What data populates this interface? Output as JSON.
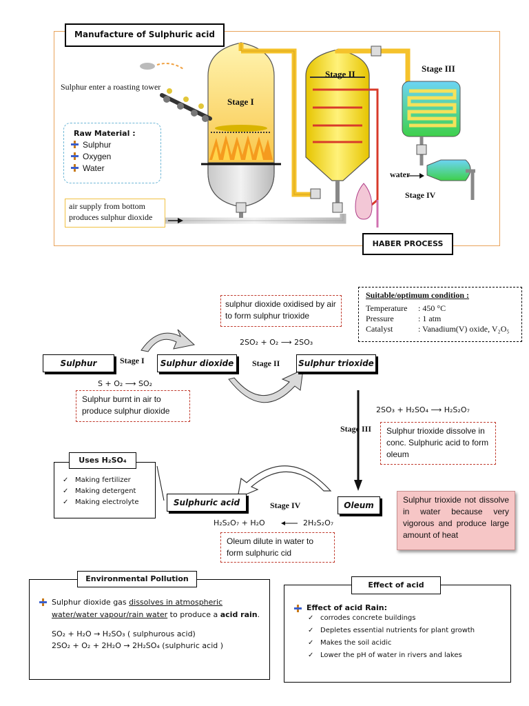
{
  "top": {
    "title": "Manufacture of Sulphuric acid",
    "sulphur_caption": "Sulphur enter a roasting tower",
    "stage1": "Stage I",
    "stage2": "Stage II",
    "stage3": "Stage III",
    "stage4": "Stage IV",
    "water": "water",
    "raw_title": "Raw Material :",
    "raw_items": [
      "Sulphur",
      "Oxygen",
      "Water"
    ],
    "air_caption": "air supply from bottom produces sulphur dioxide",
    "haber": "HABER PROCESS"
  },
  "flow": {
    "note_oxidised": "sulphur dioxide oxidised by air to form sulphur trioxide",
    "cond_title": "Suitable/optimum condition :",
    "cond_rows": [
      {
        "label": "Temperature",
        "value": ": 450 °C"
      },
      {
        "label": "Pressure",
        "value": ": 1 atm"
      },
      {
        "label": "Catalyst",
        "value": ": Vanadium(V) oxide, V₂O₅"
      }
    ],
    "eq_stage2": "2SO₂ + O₂ ⟶ 2SO₃",
    "sulphur": "Sulphur",
    "stage1": "Stage I",
    "sulphur_dioxide": "Sulphur dioxide",
    "stage2": "Stage II",
    "sulphur_trioxide": "Sulphur trioxide",
    "eq_stage1": "S + O₂ ⟶ SO₂",
    "note_burnt": "Sulphur burnt in air to produce sulphur dioxide",
    "eq_stage3": "2SO₃ + H₂SO₄ ⟶ H₂S₂O₇",
    "stage3": "Stage III",
    "note_oleum": "Sulphur trioxide dissolve in conc. Sulphuric acid to form oleum",
    "uses_title": "Uses H₂SO₄",
    "uses_items": [
      "Making fertilizer",
      "Making detergent",
      "Making electrolyte"
    ],
    "sulphuric_acid": "Sulphuric acid",
    "stage4": "Stage IV",
    "oleum": "Oleum",
    "eq_stage4_left": "H₂S₂O₇ + H₂O",
    "eq_stage4_right": "2H₂S₂O₇",
    "note_dilute": "Oleum dilute in water to form sulphuric cid",
    "note_water": "Sulphur trioxide not dissolve in water because very vigorous and produce large amount of heat"
  },
  "env": {
    "title": "Environmental Pollution",
    "text_pre": "Sulphur dioxide gas ",
    "text_underlined": "dissolves in atmospheric water/water vapour/rain water",
    "text_mid": " to produce a ",
    "text_bold": "acid rain",
    "text_end": ".",
    "eq1": "SO₂ + H₂O → H₂SO₃ ( sulphurous acid)",
    "eq2": "2SO₂ + O₂ + 2H₂O → 2H₂SO₄ (sulphuric acid )"
  },
  "effect": {
    "title": "Effect of acid",
    "heading": "Effect of acid Rain:",
    "items": [
      "corrodes concrete buildings",
      "Depletes essential nutrients for plant growth",
      "Makes the soil acidic",
      "Lower the pH of water in rivers and lakes"
    ]
  },
  "colors": {
    "frame_orange": "#e8a25a",
    "dash_red": "#c0392b",
    "dash_blue": "#6cb6d6",
    "pipe_yellow": "#f5c22b",
    "note_pink": "#f6c6c6"
  }
}
